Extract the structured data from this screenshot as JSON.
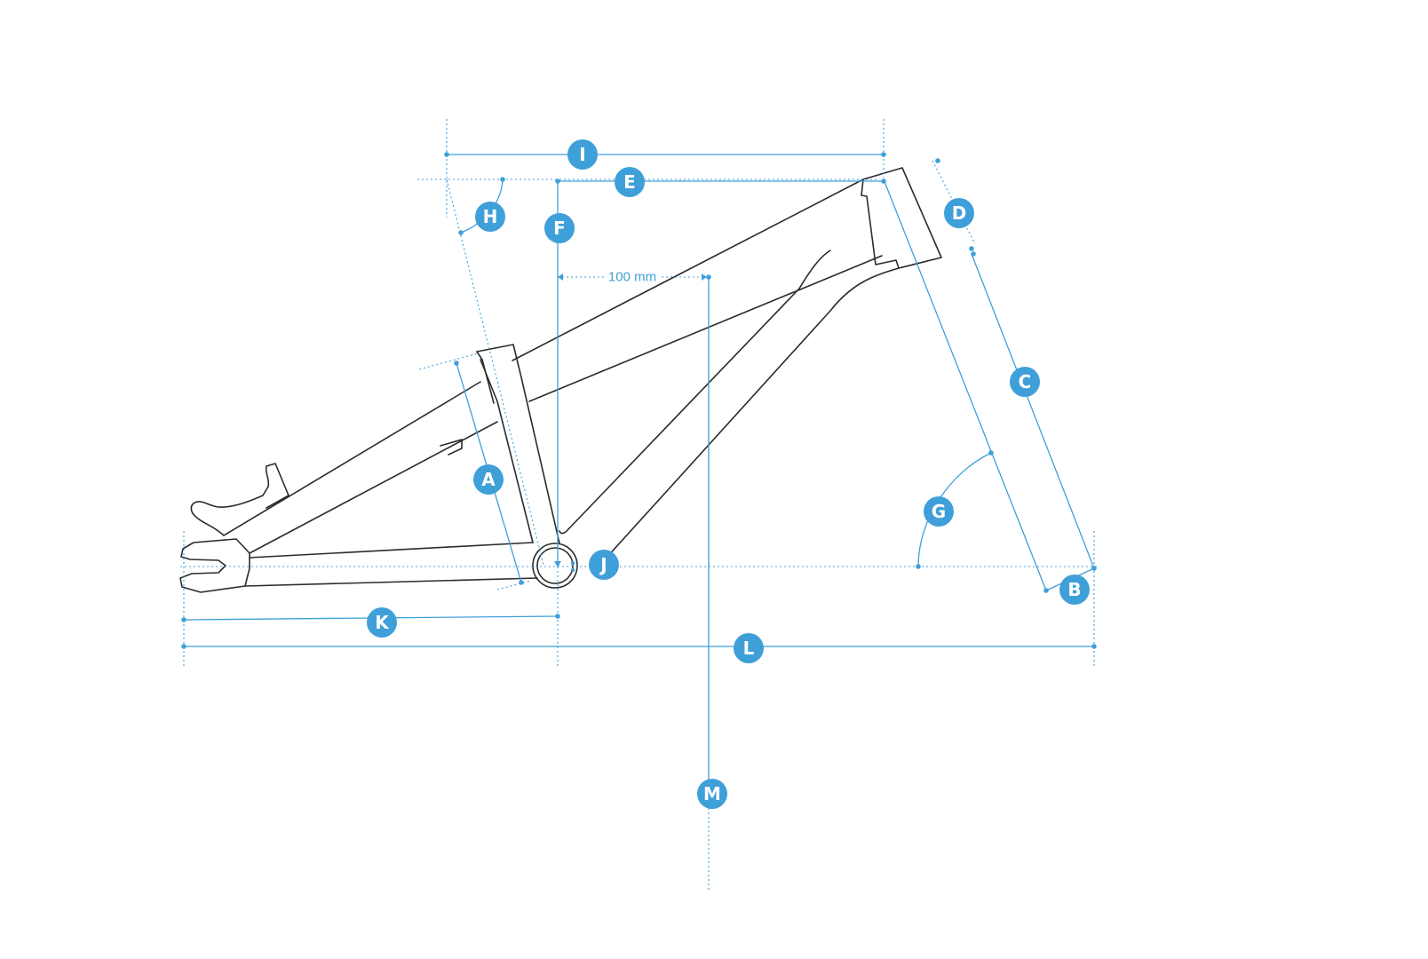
{
  "diagram": {
    "labels": {
      "A": "A",
      "B": "B",
      "C": "C",
      "D": "D",
      "E": "E",
      "F": "F",
      "G": "G",
      "H": "H",
      "I": "I",
      "J": "J",
      "K": "K",
      "L": "L",
      "M": "M"
    },
    "offset_note": "100 mm",
    "colors": {
      "accent": "#3f9fd9",
      "frame": "#2b2b2b",
      "background": "#ffffff"
    }
  }
}
